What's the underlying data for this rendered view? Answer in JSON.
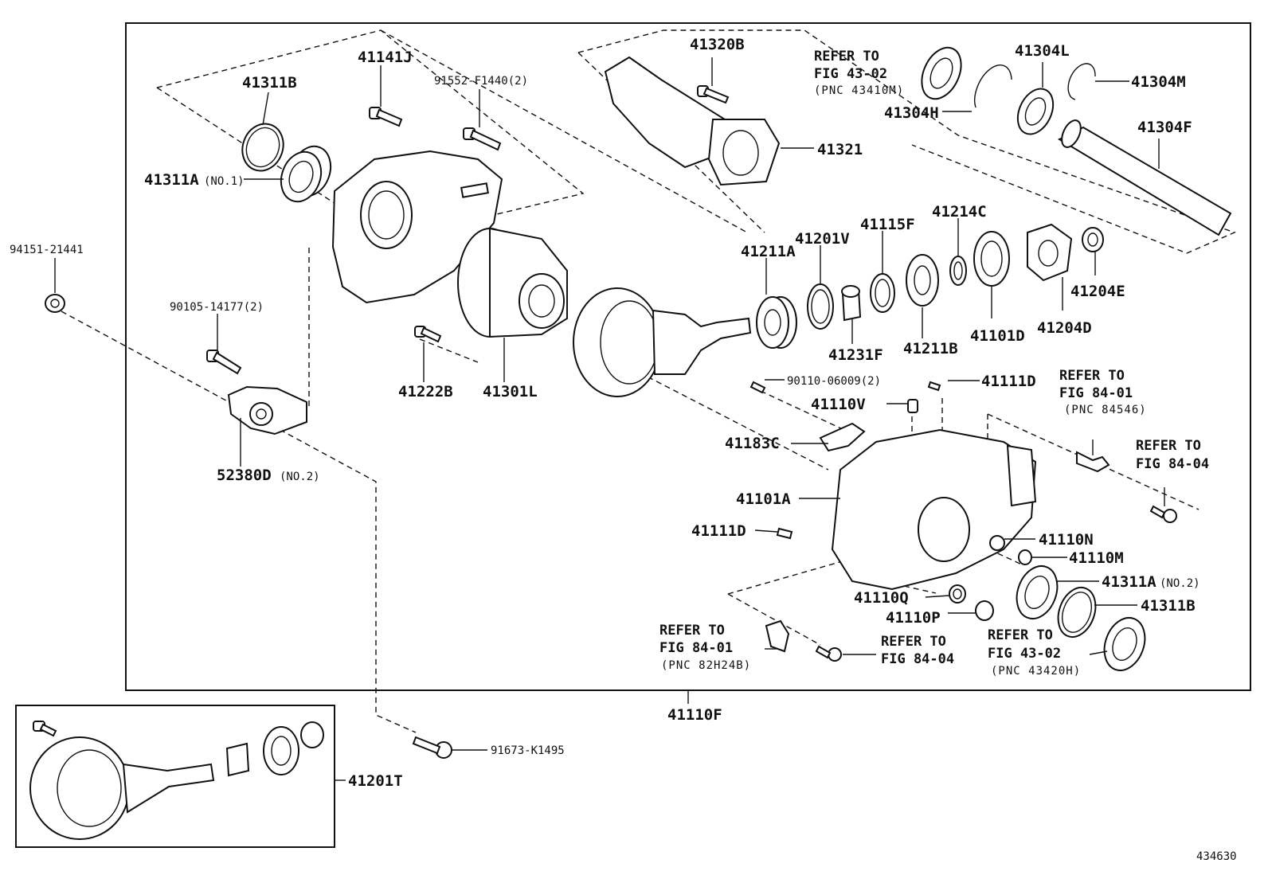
{
  "diagram_number": "434630",
  "assembly_label": "41110F",
  "kit_label": "41201T",
  "labels": {
    "l_41311B_top": "41311B",
    "l_41311A_top": "41311A",
    "l_41311A_top_note": "(NO.1)",
    "l_41141J": "41141J",
    "l_91552": "91552-F1440(2)",
    "l_94151": "94151-21441",
    "l_90105": "90105-14177(2)",
    "l_52380D": "52380D",
    "l_52380D_note": "(NO.2)",
    "l_41222B": "41222B",
    "l_41301L": "41301L",
    "l_41320B": "41320B",
    "l_41321": "41321",
    "l_41304L": "41304L",
    "l_41304M": "41304M",
    "l_41304H": "41304H",
    "l_41304F": "41304F",
    "l_41211A": "41211A",
    "l_41201V": "41201V",
    "l_41115F": "41115F",
    "l_41214C": "41214C",
    "l_41231F": "41231F",
    "l_41211B": "41211B",
    "l_41101D": "41101D",
    "l_41204D": "41204D",
    "l_41204E": "41204E",
    "l_90110": "90110-06009(2)",
    "l_41111D_a": "41111D",
    "l_41110V": "41110V",
    "l_41183C": "41183C",
    "l_41101A": "41101A",
    "l_41111D_b": "41111D",
    "l_41110N": "41110N",
    "l_41110M": "41110M",
    "l_41311A_bot": "41311A",
    "l_41311A_bot_note": "(NO.2)",
    "l_41110Q": "41110Q",
    "l_41311B_bot": "41311B",
    "l_41110P": "41110P",
    "l_91673": "91673-K1495"
  },
  "references": {
    "r1": {
      "line1": "REFER TO",
      "line2": "FIG 43-02",
      "pnc": "(PNC 43410M)"
    },
    "r2": {
      "line1": "REFER TO",
      "line2": "FIG 84-01",
      "pnc": "(PNC 84546)"
    },
    "r3": {
      "line1": "REFER TO",
      "line2": "FIG 84-04"
    },
    "r4": {
      "line1": "REFER TO",
      "line2": "FIG 84-01",
      "pnc": "(PNC 82H24B)"
    },
    "r5": {
      "line1": "REFER TO",
      "line2": "FIG 84-04"
    },
    "r6": {
      "line1": "REFER TO",
      "line2": "FIG 43-02",
      "pnc": "(PNC 43420H)"
    }
  }
}
